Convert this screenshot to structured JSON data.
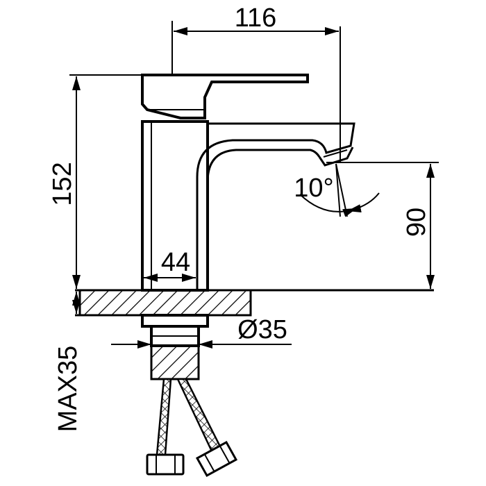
{
  "dimensions": {
    "spout_reach": "116",
    "total_height": "152",
    "spout_height": "90",
    "body_width": "44",
    "hole_diameter": "Ø35",
    "max_deck_thickness": "MAX35",
    "spout_angle": "10°"
  },
  "colors": {
    "line": "#000000",
    "background": "#ffffff"
  }
}
